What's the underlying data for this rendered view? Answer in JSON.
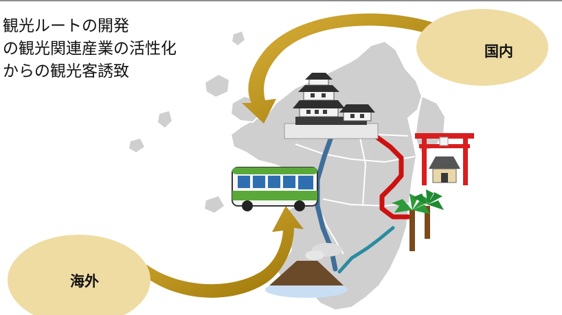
{
  "caption": {
    "line1": "観光ルートの開発",
    "line2": "の観光関連産業の活性化",
    "line3": "からの観光客誘致"
  },
  "bubbles": {
    "domestic": "国内",
    "overseas": "海外"
  },
  "colors": {
    "bubble_fill": "#efdca3",
    "arrow_gold": "#b8900e",
    "land_gray": "#cfcfcf",
    "route_blue": "#3f6e9a",
    "route_red": "#cc1111",
    "route_teal": "#2b8ba0",
    "torii_red": "#d81e1e",
    "bus_green": "#5aa83a"
  },
  "icons": [
    "castle-icon",
    "bus-icon",
    "torii-shrine-icon",
    "palm-trees-icon",
    "volcano-icon"
  ]
}
